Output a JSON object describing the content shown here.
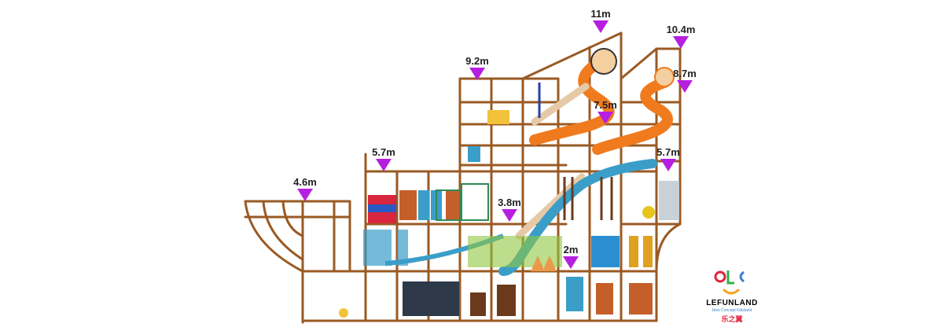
{
  "height_markers": [
    {
      "id": "h-4-6",
      "label": "4.6m"
    },
    {
      "id": "h-5-7-left",
      "label": "5.7m"
    },
    {
      "id": "h-3-8",
      "label": "3.8m"
    },
    {
      "id": "h-2",
      "label": "2m"
    },
    {
      "id": "h-9-2",
      "label": "9.2m"
    },
    {
      "id": "h-11",
      "label": "11m"
    },
    {
      "id": "h-7-5",
      "label": "7.5m"
    },
    {
      "id": "h-10-4",
      "label": "10.4m"
    },
    {
      "id": "h-8-7",
      "label": "8.7m"
    },
    {
      "id": "h-5-7-right",
      "label": "5.7m"
    }
  ],
  "logo": {
    "brand": "LEFUNLAND",
    "tagline": "New Concept Kidsland",
    "chinese": "乐之翼"
  },
  "colors": {
    "frame": "#9a5a23",
    "marker": "#b61fe0",
    "slide_orange": "#f07a1e",
    "slide_blue": "#3a9ec9"
  }
}
